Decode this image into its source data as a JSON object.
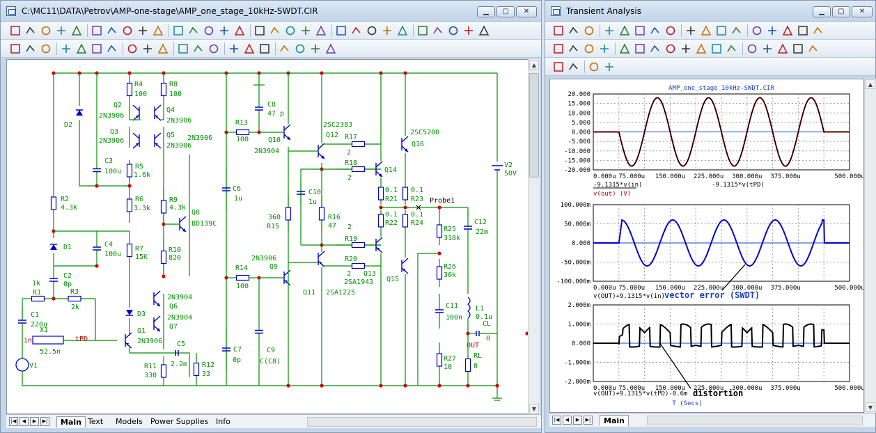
{
  "schematic_window": {
    "title": "C:\\MC11\\DATA\\Petrov\\AMP-one-stage\\AMP_one_stage_10kHz-SWDT.CIR",
    "tabs": [
      "Main",
      "Text",
      "Models",
      "Power Supplies",
      "Info"
    ],
    "active_tab": "Main",
    "components": [
      {
        "ref": "R4",
        "value": "100"
      },
      {
        "ref": "R8",
        "value": "100"
      },
      {
        "ref": "Q2",
        "value": "2N3906"
      },
      {
        "ref": "Q4",
        "value": "2N3906"
      },
      {
        "ref": "Q3",
        "value": "2N3906"
      },
      {
        "ref": "Q5",
        "value": "2N3906"
      },
      {
        "ref": "D2",
        "value": ""
      },
      {
        "ref": "C3",
        "value": "100u"
      },
      {
        "ref": "R5",
        "value": "1.6k"
      },
      {
        "ref": "R6",
        "value": "3.3k"
      },
      {
        "ref": "R2",
        "value": "4.3k"
      },
      {
        "ref": "D1",
        "value": ""
      },
      {
        "ref": "C4",
        "value": "100u"
      },
      {
        "ref": "R7",
        "value": "15K"
      },
      {
        "ref": "C2",
        "value": "0p"
      },
      {
        "ref": "R1",
        "value": "1k"
      },
      {
        "ref": "R3",
        "value": "2k"
      },
      {
        "ref": "C1",
        "value": "220u"
      },
      {
        "ref": "X1",
        "value": "52.5n"
      },
      {
        "ref": "V1",
        "value": ""
      },
      {
        "ref": "D3",
        "value": ""
      },
      {
        "ref": "Q6",
        "value": "2N3904"
      },
      {
        "ref": "Q7",
        "value": "2N3904"
      },
      {
        "ref": "Q1",
        "value": "2N3906"
      },
      {
        "ref": "C5",
        "value": "2.2m"
      },
      {
        "ref": "R11",
        "value": "330"
      },
      {
        "ref": "R12",
        "value": "33"
      },
      {
        "ref": "R9",
        "value": "4.3k"
      },
      {
        "ref": "Q8",
        "value": "BD139C"
      },
      {
        "ref": "R10",
        "value": "820"
      },
      {
        "ref": "C6",
        "value": "1u"
      },
      {
        "ref": "C7",
        "value": "0p"
      },
      {
        "ref": "R13",
        "value": "100"
      },
      {
        "ref": "R14",
        "value": "100"
      },
      {
        "ref": "C8",
        "value": "47 p"
      },
      {
        "ref": "C9",
        "value": "C(C8)"
      },
      {
        "ref": "Q10",
        "value": "2N3904"
      },
      {
        "ref": "Q9",
        "value": "2N3906"
      },
      {
        "ref": "Q11",
        "value": "2SA1225"
      },
      {
        "ref": "Q12",
        "value": "2SC2383"
      },
      {
        "ref": "C10",
        "value": "1u"
      },
      {
        "ref": "R15",
        "value": "360"
      },
      {
        "ref": "R16",
        "value": "47"
      },
      {
        "ref": "R17",
        "value": "2"
      },
      {
        "ref": "R18",
        "value": "2"
      },
      {
        "ref": "R19",
        "value": "2"
      },
      {
        "ref": "R20",
        "value": "2"
      },
      {
        "ref": "Q13",
        "value": "2SA1943"
      },
      {
        "ref": "Q14",
        "value": ""
      },
      {
        "ref": "Q15",
        "value": ""
      },
      {
        "ref": "Q16",
        "value": "2SC5200"
      },
      {
        "ref": "R21",
        "value": "0.1"
      },
      {
        "ref": "R22",
        "value": "0.1"
      },
      {
        "ref": "R23",
        "value": "0.1"
      },
      {
        "ref": "R24",
        "value": "0.1"
      },
      {
        "ref": "R25",
        "value": "318k"
      },
      {
        "ref": "R26",
        "value": "30k"
      },
      {
        "ref": "R27",
        "value": "10"
      },
      {
        "ref": "C11",
        "value": "100n"
      },
      {
        "ref": "C12",
        "value": "22m"
      },
      {
        "ref": "L1",
        "value": "0.1u"
      },
      {
        "ref": "CL",
        "value": "0"
      },
      {
        "ref": "RL",
        "value": "8"
      },
      {
        "ref": "V2",
        "value": "50V"
      }
    ],
    "extra_labels": {
      "probe": "Probe1",
      "out": "OUT",
      "in": "in",
      "tpd": "tPD"
    }
  },
  "transient_window": {
    "title": "Transient Analysis",
    "tabs": [
      "Main"
    ],
    "plots": [
      {
        "title": "AMP_one_stage_10kHz-SWDT.CIR",
        "yticks": [
          "20.000",
          "15.000",
          "10.000",
          "5.000",
          "0.000",
          "-5.000",
          "-10.000",
          "-15.000",
          "-20.000"
        ],
        "xticks": [
          "0.000u",
          "75.000u",
          "150.000u",
          "225.000u",
          "300.000u",
          "375.000u",
          "500.000u"
        ],
        "legend": [
          "-9.1315*v(in)",
          "v(out) (V)"
        ],
        "legend_right": "-9.1315*v(tPD)"
      },
      {
        "yticks": [
          "100.000m",
          "50.000m",
          "0.000",
          "-50.000m",
          "-100.000m"
        ],
        "xticks": [
          "0.000u",
          "75.000u",
          "150.000u",
          "225.000u",
          "300.000u",
          "375.000u",
          "500.000u"
        ],
        "legend": [
          "v(OUT)+9.1315*v(in)"
        ],
        "annotation": "vector error (SWDT)"
      },
      {
        "yticks": [
          "2.000m",
          "1.000m",
          "0.000",
          "-1.000m",
          "-2.000m"
        ],
        "xticks": [
          "0.000u",
          "75.000u",
          "150.000u",
          "225.000u",
          "300.000u",
          "375.000u",
          "500.000u"
        ],
        "legend": [
          "v(OUT)+9.1315*v(tPD)-0.6m"
        ],
        "annotation": "distortion",
        "xlabel": "T (Secs)"
      }
    ]
  },
  "chart_data": [
    {
      "type": "line",
      "title": "AMP_one_stage_10kHz-SWDT.CIR",
      "xlabel": "",
      "ylabel": "",
      "xlim": [
        0,
        500
      ],
      "ylim": [
        -20,
        20
      ],
      "series": [
        {
          "name": "-9.1315*v(in)",
          "color": "#d40000",
          "shape": "burst",
          "start_us": 50,
          "end_us": 450,
          "freq_khz": 10,
          "amplitude": 18
        },
        {
          "name": "v(out) (V)",
          "color": "#000000",
          "shape": "burst",
          "start_us": 50,
          "end_us": 450,
          "freq_khz": 10,
          "amplitude": 18
        }
      ]
    },
    {
      "type": "line",
      "xlim": [
        0,
        500
      ],
      "ylim": [
        -0.1,
        0.1
      ],
      "series": [
        {
          "name": "v(OUT)+9.1315*v(in)",
          "color": "#0000d0",
          "shape": "burst",
          "start_us": 50,
          "end_us": 450,
          "freq_khz": 10,
          "amplitude": 0.06,
          "phase": "shifted"
        }
      ]
    },
    {
      "type": "line",
      "xlim": [
        0,
        500
      ],
      "ylim": [
        -0.002,
        0.002
      ],
      "xlabel": "T (Secs)",
      "series": [
        {
          "name": "v(OUT)+9.1315*v(tPD)-0.6m",
          "color": "#000000",
          "shape": "distortion",
          "start_us": 50,
          "end_us": 450,
          "amplitude": 0.001
        }
      ]
    }
  ]
}
